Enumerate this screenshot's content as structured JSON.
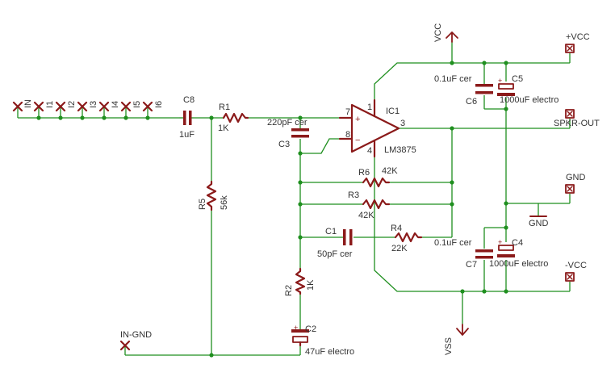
{
  "colors": {
    "wire": "#1f8f1f",
    "part": "#8b1a1a",
    "text": "#333333",
    "background": "#ffffff"
  },
  "inputs": [
    "IN",
    "I1",
    "I2",
    "I3",
    "I4",
    "I5",
    "I6"
  ],
  "components": {
    "c8": {
      "name": "C8",
      "value": "1uF"
    },
    "r1": {
      "name": "R1",
      "value": "1K"
    },
    "c3": {
      "name": "C3",
      "value": "220pF cer"
    },
    "ic1": {
      "name": "IC1",
      "value": "LM3875",
      "pin_plus": "+",
      "pin_minus": "−",
      "pins": [
        "7",
        "8",
        "1",
        "4",
        "3"
      ]
    },
    "r5": {
      "name": "R5",
      "value": "56k"
    },
    "r6": {
      "name": "R6",
      "value": "42K"
    },
    "r3": {
      "name": "R3",
      "value": "42K"
    },
    "c1": {
      "name": "C1",
      "value": "50pF cer"
    },
    "r4": {
      "name": "R4",
      "value": "22K"
    },
    "r2": {
      "name": "R2",
      "value": "1K"
    },
    "c2": {
      "name": "C2",
      "value": "47uF electro"
    },
    "c6": {
      "name": "C6",
      "value": "0.1uF cer"
    },
    "c5": {
      "name": "C5",
      "value": "1000uF electro"
    },
    "c7": {
      "name": "C7",
      "value": "0.1uF cer"
    },
    "c4": {
      "name": "C4",
      "value": "1000uF electro"
    }
  },
  "nets": {
    "vcc": "VCC",
    "vss": "VSS",
    "gnd_symbol": "GND",
    "in_gnd": "IN-GND",
    "plus_vcc": "+VCC",
    "spkr_out": "SPKR-OUT",
    "gnd_conn": "GND",
    "minus_vcc": "-VCC"
  }
}
